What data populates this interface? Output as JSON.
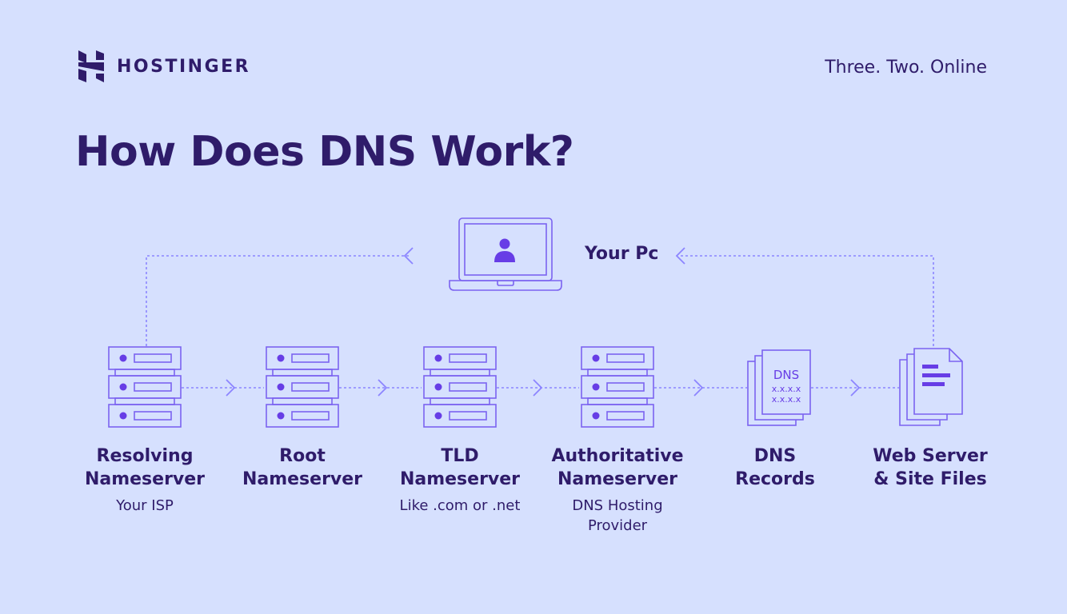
{
  "brand": {
    "name": "HOSTINGER",
    "tagline": "Three. Two. Online"
  },
  "title": "How Does DNS Work?",
  "your_pc": "Your Pc",
  "nodes": [
    {
      "name": "Resolving\nNameserver",
      "sub": "Your ISP"
    },
    {
      "name": "Root\nNameserver",
      "sub": ""
    },
    {
      "name": "TLD\nNameserver",
      "sub": "Like .com or .net"
    },
    {
      "name": "Authoritative\nNameserver",
      "sub": "DNS Hosting\nProvider"
    },
    {
      "name": "DNS\nRecords",
      "sub": ""
    },
    {
      "name": "Web Server\n& Site Files",
      "sub": ""
    }
  ],
  "dns_doc": {
    "title": "DNS",
    "line1": "x.x.x.x",
    "line2": "x.x.x.x"
  },
  "colors": {
    "background": "#d6e0fe",
    "text": "#2f1c6a",
    "accent": "#673de6",
    "line": "#8c85ff"
  },
  "icons": [
    "hostinger-logo-icon",
    "laptop-icon",
    "user-icon",
    "server-rack-icon",
    "dns-records-icon",
    "file-stack-icon",
    "chevron-arrow-icon"
  ]
}
